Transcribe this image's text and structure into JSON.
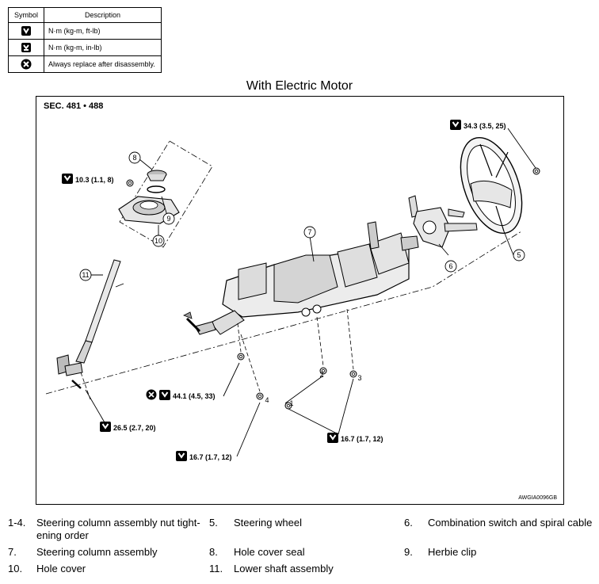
{
  "legend": {
    "header_symbol": "Symbol",
    "header_description": "Description",
    "rows": [
      {
        "icon": "torque-wrench-ftlb-icon",
        "description": "N·m (kg-m, ft-lb)"
      },
      {
        "icon": "torque-wrench-inlb-icon",
        "description": "N·m (kg-m, in-lb)"
      },
      {
        "icon": "always-replace-icon",
        "description": "Always replace after disassembly."
      }
    ]
  },
  "subtitle": "With Electric Motor",
  "diagram": {
    "section": "SEC. 481 • 488",
    "figure_code": "AWGIA0096GB",
    "torques": {
      "t1": "34.3 (3.5, 25)",
      "t2": "10.3 (1.1, 8)",
      "t3": "44.1 (4.5, 33)",
      "t4": "26.5 (2.7, 20)",
      "t5": "16.7 (1.7, 12)",
      "t6": "16.7 (1.7, 12)"
    },
    "callouts": {
      "c1": "1",
      "c2": "2",
      "c3": "3",
      "c4": "4",
      "c5": "5",
      "c6": "6",
      "c7": "7",
      "c8": "8",
      "c9": "9",
      "c10": "10",
      "c11": "11"
    }
  },
  "parts": [
    {
      "number": "1-4.",
      "name_line1": "Steering column assembly nut tight-",
      "name_line2": "ening order"
    },
    {
      "number": "5.",
      "name_line1": "Steering wheel"
    },
    {
      "number": "6.",
      "name_line1": "Combination switch and spiral cable"
    },
    {
      "number": "7.",
      "name_line1": "Steering column assembly"
    },
    {
      "number": "8.",
      "name_line1": "Hole cover seal"
    },
    {
      "number": "9.",
      "name_line1": "Herbie clip"
    },
    {
      "number": "10.",
      "name_line1": "Hole cover"
    },
    {
      "number": "11.",
      "name_line1": "Lower shaft assembly"
    }
  ]
}
